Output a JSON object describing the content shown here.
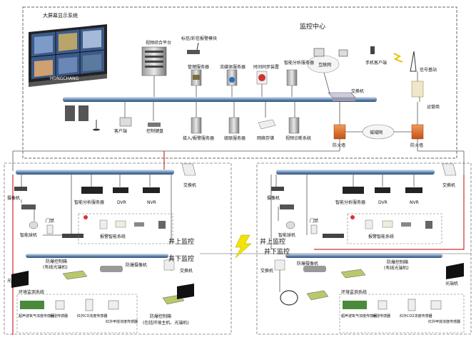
{
  "title_control_center": "监控中心",
  "video_wall": {
    "label": "大屏幕显示系统",
    "brand": "HONGCHANG"
  },
  "center": {
    "video_platform": "视频综合平台",
    "indicator_alarm": "标信/彩信报警模块",
    "mgmt_server": "管理服务器",
    "stream_server": "流媒体服务器",
    "time_sync": "时间同步装置",
    "smart_server": "智能分析服务器",
    "internet": "互联网",
    "mobile_client": "手机客户端",
    "signal_station": "信号基站",
    "switch": "交换机",
    "operator": "运营商",
    "client": "客户端",
    "control_keyboard": "控制键盘",
    "access_alarm_server": "接入/报警服务器",
    "cascade_server": "级联服务器",
    "network_storage": "网络存储",
    "video_diag": "视频诊断系统",
    "firewall_left": "防火墙",
    "firewall_right": "防火墙",
    "optical_network": "城域网"
  },
  "site_left": {
    "switch": "交换机",
    "camera": "摄像机",
    "smart_server": "智能分析服务器",
    "dvr": "DVR",
    "nvr": "NVR",
    "dome": "智能球机",
    "door": "门禁",
    "alarm_host": "报警智能系统",
    "surface": "井上监控",
    "underground": "井下监控",
    "underground_switch": "交换机",
    "explosion_ctrl": "防爆控制箱",
    "explosion_ctrl_sub": "(有线光端机)",
    "explosion_cam": "防爆摄像机",
    "optical": "光端机",
    "env_system": "环境监测系统",
    "env_sensors": [
      "超声波氧气浓度传感器",
      "水浸传感器",
      "红外CO浓度传感器",
      "红外甲烷浓度传感器"
    ],
    "explosion_ctrl_bottom": "防爆控制箱",
    "explosion_ctrl_bottom_sub": "(包括环境主机、光端机)"
  },
  "site_right": {
    "switch": "交换机",
    "camera": "摄像机",
    "smart_server": "智能分析服务器",
    "dvr": "DVR",
    "nvr": "NVR",
    "dome": "智能球机",
    "door": "门禁",
    "alarm_host": "报警智能系统",
    "surface": "井上监控",
    "underground": "井下监控",
    "underground_switch": "交换机",
    "explosion_ctrl": "防爆控制箱",
    "explosion_ctrl_sub": "(有线光端机)",
    "explosion_cam": "防爆摄像机",
    "optical": "光端机",
    "env_system": "环境监测系统",
    "env_sensors": [
      "超声波氧气浓度传感器",
      "水浸传感器",
      "红外CO2浓度传感器",
      "红外甲烷浓度传感器"
    ]
  }
}
